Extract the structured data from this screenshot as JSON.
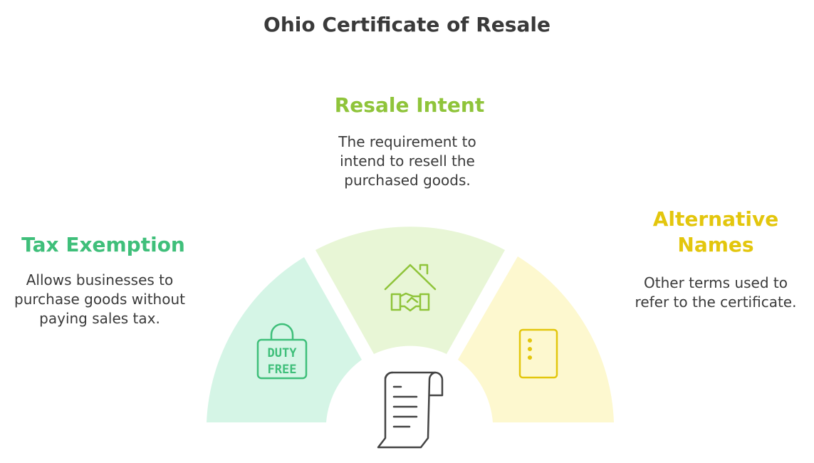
{
  "title": "Ohio Certificate of Resale",
  "sections": [
    {
      "heading": "Tax Exemption",
      "description": "Allows businesses to purchase goods without paying sales tax.",
      "color": "#3fbf7a",
      "fill": "#d5f5e6",
      "icon": "duty-free-bag-icon",
      "icon_text_line1": "DUTY",
      "icon_text_line2": "FREE"
    },
    {
      "heading": "Resale Intent",
      "description": "The requirement to intend to resell the purchased goods.",
      "color": "#8fc43a",
      "fill": "#e8f6d6",
      "icon": "house-handshake-icon"
    },
    {
      "heading": "Alternative Names",
      "description": "Other terms used to refer to the certificate.",
      "color": "#e3c60d",
      "fill": "#fdf8cf",
      "icon": "notepad-icon"
    }
  ],
  "center_icon": "receipt-scroll-icon"
}
